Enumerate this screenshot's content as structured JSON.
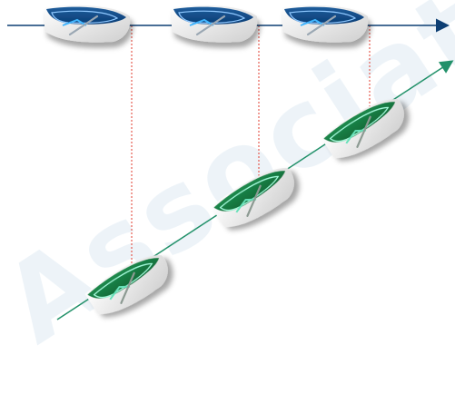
{
  "watermark_text": "Associat",
  "colors": {
    "top_line": "#0d3e73",
    "diagonal_line": "#22916a",
    "projection_line": "#e23b2e",
    "blue_boat": "#0a3d75",
    "green_boat": "#0f6a37",
    "watermark": "#9ec3dd"
  },
  "top_row": {
    "boat_count": 3,
    "boat_style": "blue-hull-outline"
  },
  "diagonal_row": {
    "boat_count": 3,
    "boat_style": "green-hull-outline"
  },
  "projections": {
    "count": 3,
    "style": "dotted"
  }
}
